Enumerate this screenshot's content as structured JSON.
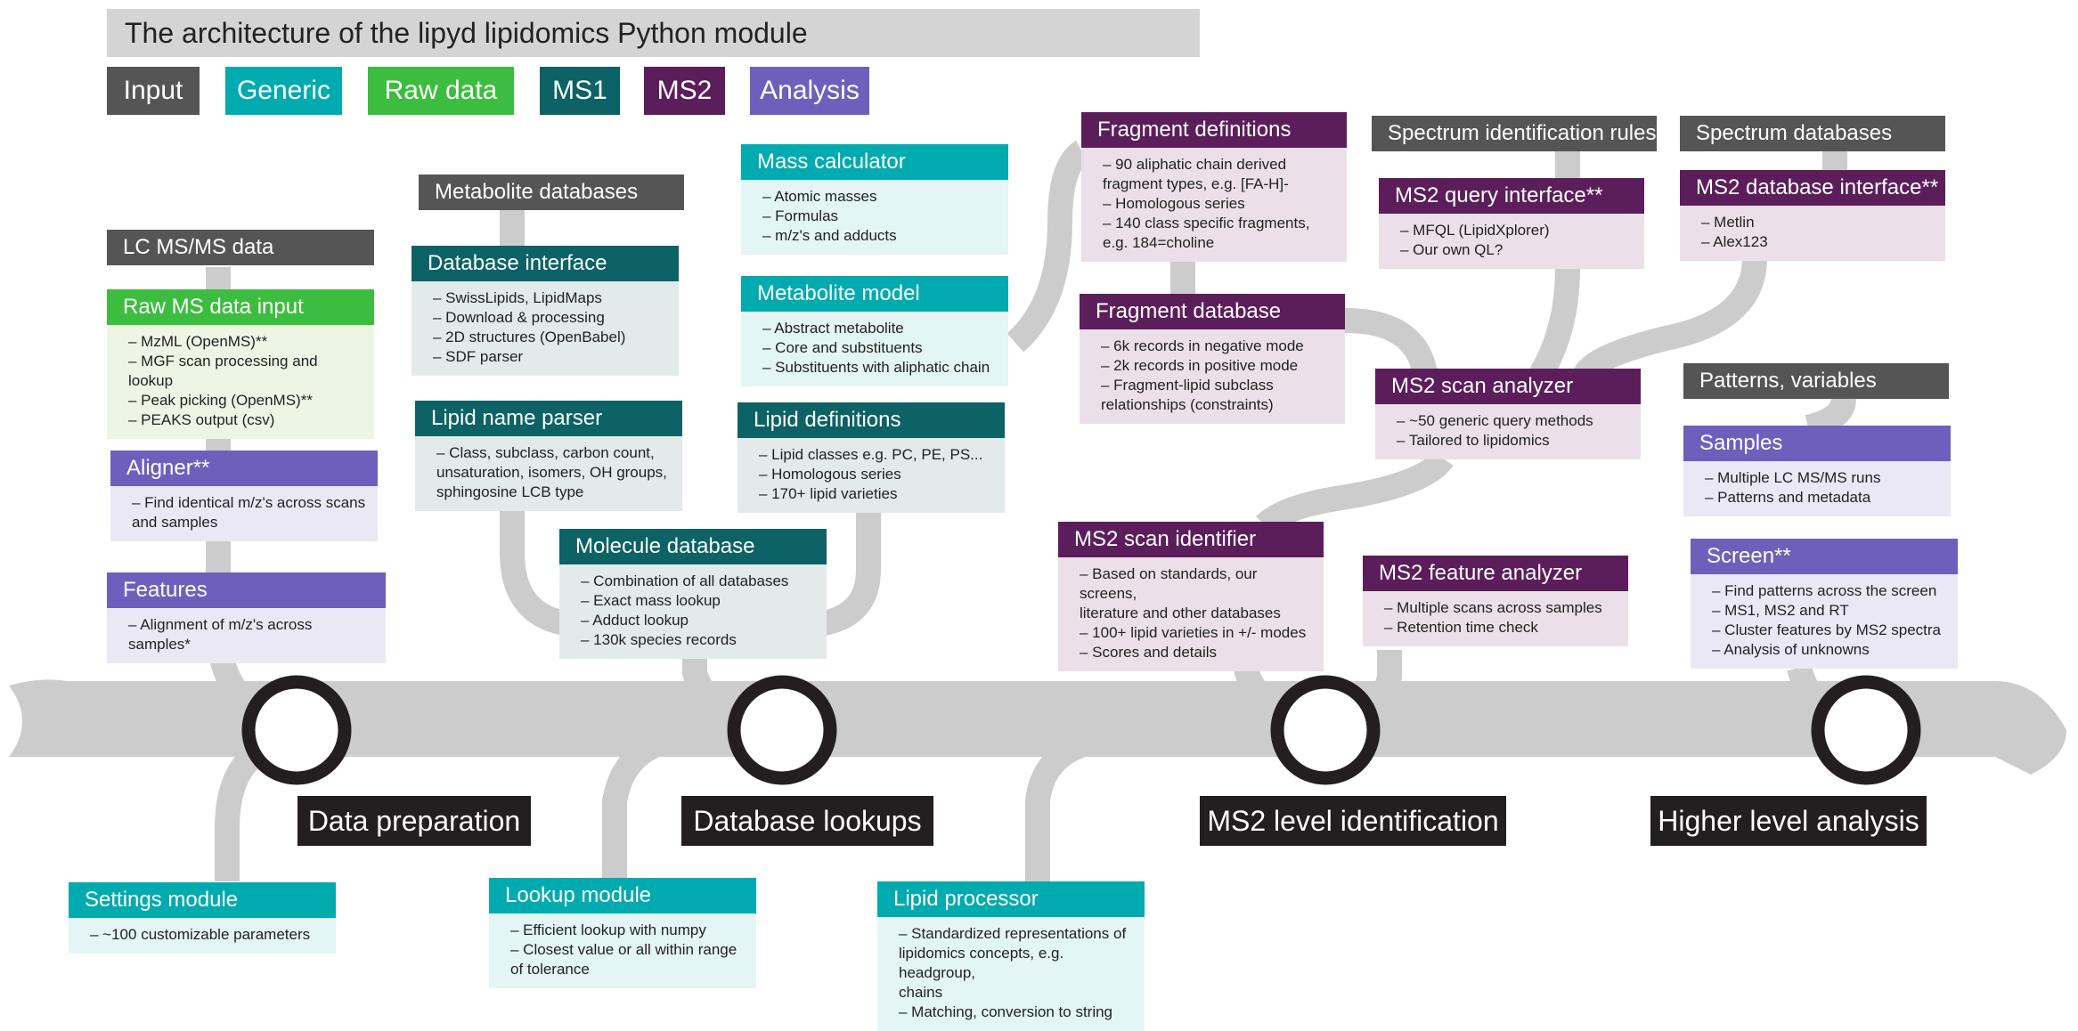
{
  "title": "The architecture of the lipyd lipidomics Python module",
  "colors": {
    "input": "#555555",
    "generic": "#00abb0",
    "raw_data": "#3dbd3f",
    "ms1": "#0c6264",
    "ms2": "#5b1e5b",
    "analysis": "#6f5fbd",
    "pipe": "#cccccc",
    "stage": "#231f20"
  },
  "legend": [
    "Input",
    "Generic",
    "Raw data",
    "MS1",
    "MS2",
    "Analysis"
  ],
  "stages": [
    "Data preparation",
    "Database lookups",
    "MS2 level identification",
    "Higher level analysis"
  ],
  "inputs": {
    "lcms": "LC MS/MS data",
    "metabolite_db": "Metabolite databases",
    "spectrum_rules": "Spectrum identification rules",
    "spectrum_db": "Spectrum databases",
    "patterns": "Patterns, variables"
  },
  "modules": {
    "raw_ms": {
      "title": "Raw MS data input",
      "items": [
        "– MzML (OpenMS)**",
        "– MGF scan processing and lookup",
        "– Peak picking (OpenMS)**",
        "– PEAKS output (csv)"
      ]
    },
    "aligner": {
      "title": "Aligner**",
      "items": [
        "– Find identical m/z's across scans",
        "and samples"
      ]
    },
    "features": {
      "title": "Features",
      "items": [
        "– Alignment of m/z's across samples*"
      ]
    },
    "db_interface": {
      "title": "Database interface",
      "items": [
        "– SwissLipids, LipidMaps",
        "– Download & processing",
        "– 2D structures (OpenBabel)",
        "– SDF parser"
      ]
    },
    "lipid_name_parser": {
      "title": "Lipid name parser",
      "items": [
        "– Class, subclass, carbon count,",
        "unsaturation, isomers, OH groups,",
        "sphingosine LCB type"
      ]
    },
    "molecule_db": {
      "title": "Molecule database",
      "items": [
        "– Combination of all databases",
        "– Exact mass lookup",
        "– Adduct lookup",
        "– 130k species records"
      ]
    },
    "mass_calc": {
      "title": "Mass calculator",
      "items": [
        "– Atomic masses",
        "– Formulas",
        "– m/z's and adducts"
      ]
    },
    "metabolite_model": {
      "title": "Metabolite model",
      "items": [
        "– Abstract metabolite",
        "– Core and substituents",
        "– Substituents with aliphatic chain"
      ]
    },
    "lipid_defs": {
      "title": "Lipid definitions",
      "items": [
        "– Lipid classes e.g. PC, PE, PS...",
        "– Homologous series",
        "– 170+ lipid varieties"
      ]
    },
    "fragment_defs": {
      "title": "Fragment definitions",
      "items": [
        "– 90 aliphatic chain derived",
        "fragment types, e.g. [FA-H]-",
        "– Homologous series",
        "– 140 class specific fragments,",
        "e.g. 184=choline"
      ]
    },
    "fragment_db": {
      "title": "Fragment database",
      "items": [
        "– 6k records in negative mode",
        "– 2k records in positive mode",
        "– Fragment-lipid subclass",
        "relationships (constraints)"
      ]
    },
    "ms2_query": {
      "title": "MS2 query interface**",
      "items": [
        "– MFQL (LipidXplorer)",
        "– Our own QL?"
      ]
    },
    "ms2_db_interface": {
      "title": "MS2 database interface**",
      "items": [
        "– Metlin",
        "– Alex123"
      ]
    },
    "ms2_scan_analyzer": {
      "title": "MS2 scan analyzer",
      "items": [
        "– ~50 generic query methods",
        "– Tailored to lipidomics"
      ]
    },
    "ms2_scan_identifier": {
      "title": "MS2 scan identifier",
      "items": [
        "– Based on standards, our screens,",
        "literature and other databases",
        "– 100+ lipid varieties in +/- modes",
        "– Scores and details"
      ]
    },
    "ms2_feature_analyzer": {
      "title": "MS2 feature analyzer",
      "items": [
        "– Multiple scans across samples",
        "– Retention time check"
      ]
    },
    "samples": {
      "title": "Samples",
      "items": [
        "– Multiple LC MS/MS runs",
        "– Patterns and metadata"
      ]
    },
    "screen": {
      "title": "Screen**",
      "items": [
        "– Find patterns across the screen",
        "– MS1, MS2 and RT",
        "– Cluster features by MS2 spectra",
        "– Analysis of unknowns"
      ]
    },
    "settings": {
      "title": "Settings module",
      "items": [
        "– ~100 customizable parameters"
      ]
    },
    "lookup": {
      "title": "Lookup module",
      "items": [
        "– Efficient lookup with numpy",
        "– Closest value or all within range",
        "of tolerance"
      ]
    },
    "lipid_processor": {
      "title": "Lipid processor",
      "items": [
        "– Standardized representations of",
        "lipidomics concepts, e.g. headgroup,",
        "chains",
        "– Matching, conversion to string"
      ]
    }
  }
}
